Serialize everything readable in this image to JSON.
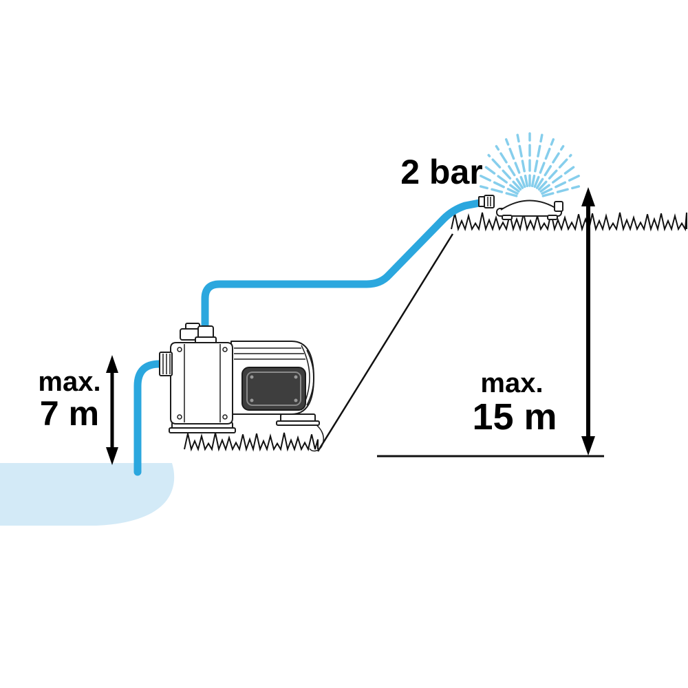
{
  "labels": {
    "suction_height": {
      "max": "max.",
      "value": "7 m"
    },
    "delivery_height": {
      "max": "max.",
      "value": "15 m"
    },
    "pressure": "2 bar"
  },
  "colors": {
    "hose": "#2BA7DE",
    "water": "#D3EAF7",
    "spray": "#86CEEC",
    "ink": "#111111"
  },
  "icons": {
    "pump": "garden-pump-icon",
    "sprinkler": "sprinkler-icon",
    "spray": "water-spray-icon",
    "water": "water-source-shape",
    "suction_arrow": "vertical-double-arrow-icon",
    "delivery_arrow": "vertical-double-arrow-icon",
    "grass": "grass-tufts-icon"
  }
}
